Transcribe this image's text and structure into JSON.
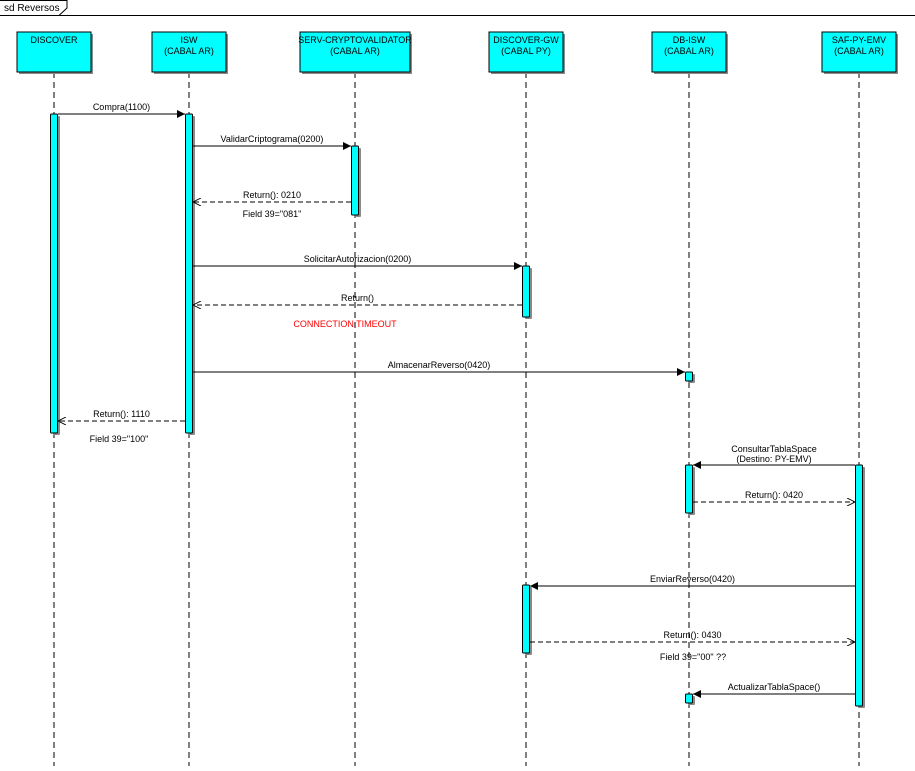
{
  "frame": {
    "label": "sd Reversos"
  },
  "colors": {
    "participant_fill": "#00ffff",
    "activation_fill": "#00ffff",
    "line": "#000000",
    "note_alert": "#ff0000"
  },
  "participants": [
    {
      "id": "discover",
      "line1": "DISCOVER",
      "line2": ""
    },
    {
      "id": "isw",
      "line1": "ISW",
      "line2": "(CABAL AR)"
    },
    {
      "id": "serv-cryptovalidator",
      "line1": "SERV-CRYPTOVALIDATOR",
      "line2": "(CABAL AR)"
    },
    {
      "id": "discover-gw",
      "line1": "DISCOVER-GW",
      "line2": "(CABAL PY)"
    },
    {
      "id": "db-isw",
      "line1": "DB-ISW",
      "line2": "(CABAL AR)"
    },
    {
      "id": "saf-py-emv",
      "line1": "SAF-PY-EMV",
      "line2": "(CABAL AR)"
    }
  ],
  "messages": [
    {
      "from": "discover",
      "to": "isw",
      "kind": "call",
      "label": "Compra(1100)",
      "label2": ""
    },
    {
      "from": "isw",
      "to": "serv-cryptovalidator",
      "kind": "call",
      "label": "ValidarCriptograma(0200)",
      "label2": ""
    },
    {
      "from": "serv-cryptovalidator",
      "to": "isw",
      "kind": "return",
      "label": "Return(): 0210",
      "label2": ""
    },
    {
      "from": "isw",
      "to": "discover-gw",
      "kind": "call",
      "label": "SolicitarAutorizacion(0200)",
      "label2": ""
    },
    {
      "from": "discover-gw",
      "to": "isw",
      "kind": "return",
      "label": "Return()",
      "label2": ""
    },
    {
      "from": "isw",
      "to": "db-isw",
      "kind": "call",
      "label": "AlmacenarReverso(0420)",
      "label2": ""
    },
    {
      "from": "isw",
      "to": "discover",
      "kind": "return",
      "label": "Return(): 1110",
      "label2": ""
    },
    {
      "from": "saf-py-emv",
      "to": "db-isw",
      "kind": "call",
      "label": "ConsultarTablaSpace",
      "label2": "(Destino: PY-EMV)"
    },
    {
      "from": "db-isw",
      "to": "saf-py-emv",
      "kind": "return",
      "label": "Return(): 0420",
      "label2": ""
    },
    {
      "from": "saf-py-emv",
      "to": "discover-gw",
      "kind": "call",
      "label": "EnviarReverso(0420)",
      "label2": ""
    },
    {
      "from": "discover-gw",
      "to": "saf-py-emv",
      "kind": "return",
      "label": "Return(): 0430",
      "label2": ""
    },
    {
      "from": "saf-py-emv",
      "to": "db-isw",
      "kind": "call",
      "label": "ActualizarTablaSpace()",
      "label2": ""
    }
  ],
  "notes": [
    {
      "text": "Field 39=\"081\"",
      "alert": false
    },
    {
      "text": "CONNECTION TIMEOUT",
      "alert": true
    },
    {
      "text": "Field 39=\"100\"",
      "alert": false
    },
    {
      "text": "Field 39=\"00\" ??",
      "alert": false
    }
  ]
}
